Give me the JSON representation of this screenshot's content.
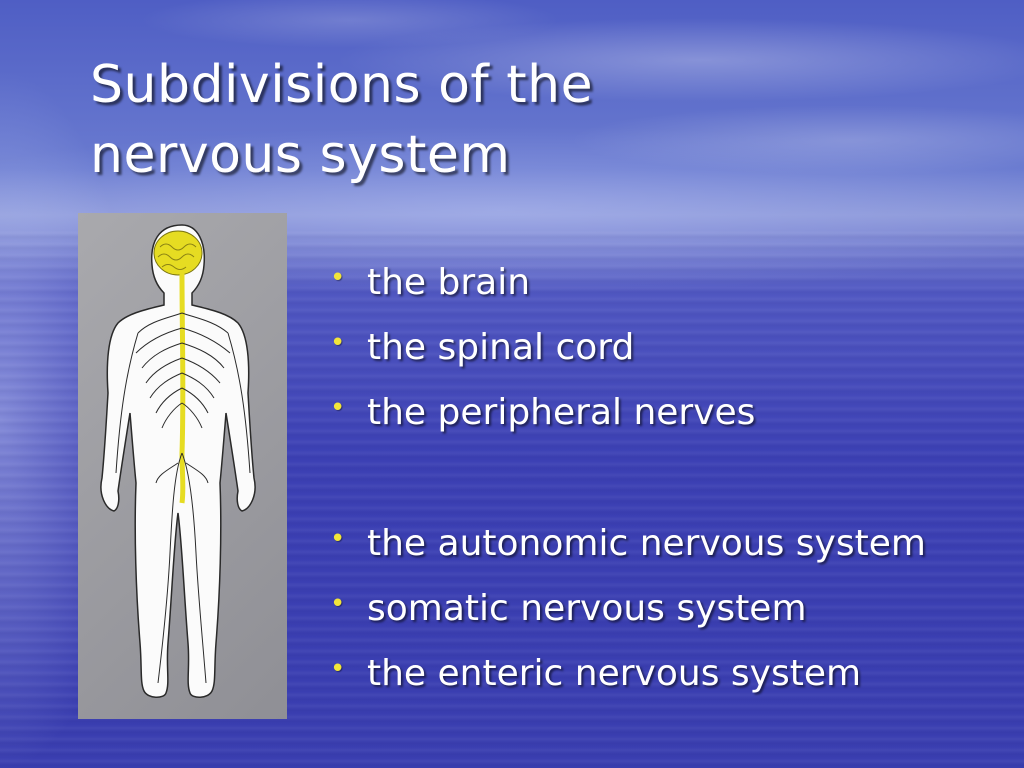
{
  "slide": {
    "title_lines": [
      "Subdivisions of the",
      "nervous system"
    ],
    "bullet_marker": "•",
    "bullet_marker_color": "#f2e53a",
    "text_color": "#ffffff",
    "background_color": "#3f45b8",
    "group_one": [
      "the brain",
      "the spinal cord",
      "the peripheral nerves"
    ],
    "group_two": [
      "the autonomic nervous system",
      "somatic nervous system",
      "the enteric nervous system"
    ],
    "illustration": "human-nervous-system-figure"
  }
}
